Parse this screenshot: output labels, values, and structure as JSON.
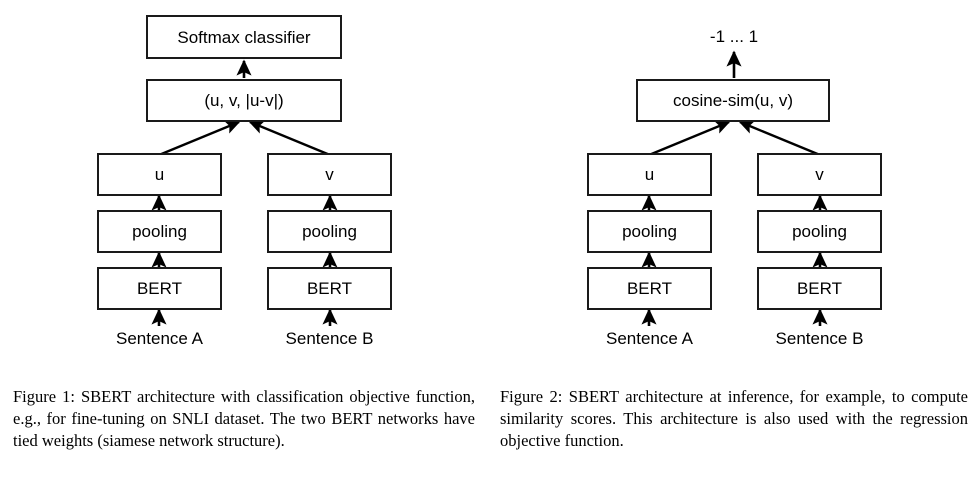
{
  "document": {
    "type": "paper-figure-pair",
    "background_color": "#ffffff",
    "stroke_color": "#1a1a1a"
  },
  "figure1": {
    "id": "figure-1",
    "nodes": {
      "softmax": "Softmax classifier",
      "concat": "(u, v, |u-v|)",
      "u": "u",
      "v": "v",
      "pooling_left": "pooling",
      "pooling_right": "pooling",
      "bert_left": "BERT",
      "bert_right": "BERT"
    },
    "inputs": {
      "sentence_a": "Sentence A",
      "sentence_b": "Sentence B"
    },
    "caption": "Figure 1: SBERT architecture with classification objective function, e.g., for fine-tuning on SNLI dataset. The two BERT networks have tied weights (siamese network structure)."
  },
  "figure2": {
    "id": "figure-2",
    "output_label": "-1 ... 1",
    "nodes": {
      "cosine": "cosine-sim(u, v)",
      "u": "u",
      "v": "v",
      "pooling_left": "pooling",
      "pooling_right": "pooling",
      "bert_left": "BERT",
      "bert_right": "BERT"
    },
    "inputs": {
      "sentence_a": "Sentence A",
      "sentence_b": "Sentence B"
    },
    "caption": "Figure 2: SBERT architecture at inference, for example, to compute similarity scores. This architecture is also used with the regression objective function."
  }
}
